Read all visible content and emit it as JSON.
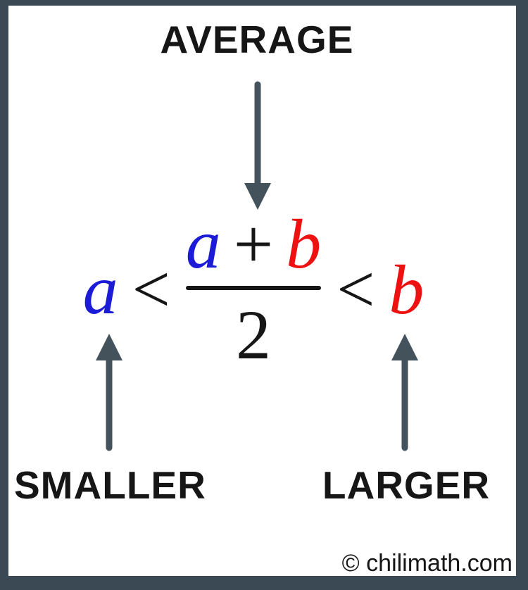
{
  "colors": {
    "border": "#3a4953",
    "arrow": "#44525c",
    "blue": "#1c1cd6",
    "red": "#ee1111",
    "ink": "#161616"
  },
  "labels": {
    "average": "AVERAGE",
    "smaller": "SMALLER",
    "larger": "LARGER"
  },
  "formula": {
    "smaller_var": "a",
    "less_than_1": "<",
    "numerator_left": "a",
    "plus": "+",
    "numerator_right": "b",
    "denominator": "2",
    "less_than_2": "<",
    "larger_var": "b"
  },
  "footer": {
    "copyright": "© chilimath.com"
  }
}
